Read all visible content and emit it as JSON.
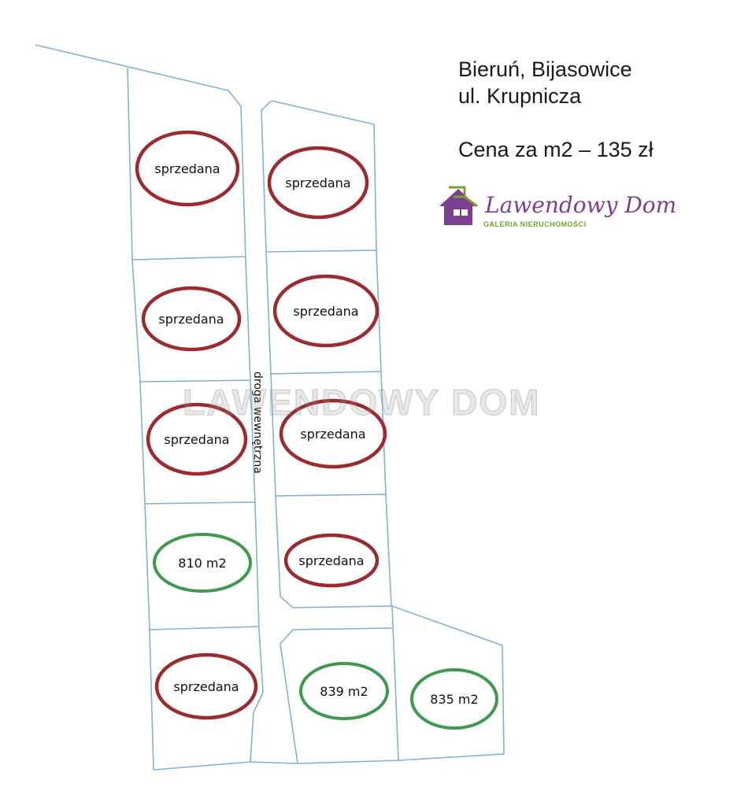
{
  "header": {
    "location_line1": "Bieruń, Bijasowice",
    "location_line2": "ul. Krupnicza",
    "price": "Cena za m2 – 135 zł"
  },
  "logo": {
    "script_text": "Lawendowy Dom",
    "subtitle": "GALERIA NIERUCHOMOŚCI",
    "icon": "house-icon"
  },
  "watermark": "LAWENDOWY DOM",
  "road_label": "droga wewnętrzna",
  "colors": {
    "boundary_line": "#7fb2d6",
    "sold_oval": "#9b2b2f",
    "available_oval": "#3f9a4e",
    "logo_purple": "#7d3f90",
    "logo_green": "#7a9f2a"
  },
  "plots": [
    {
      "label": "sprzedana",
      "status": "sold"
    },
    {
      "label": "sprzedana",
      "status": "sold"
    },
    {
      "label": "sprzedana",
      "status": "sold"
    },
    {
      "label": "sprzedana",
      "status": "sold"
    },
    {
      "label": "sprzedana",
      "status": "sold"
    },
    {
      "label": "sprzedana",
      "status": "sold"
    },
    {
      "label": "810 m2",
      "status": "available"
    },
    {
      "label": "sprzedana",
      "status": "sold"
    },
    {
      "label": "sprzedana",
      "status": "sold"
    },
    {
      "label": "839 m2",
      "status": "available"
    },
    {
      "label": "835 m2",
      "status": "available"
    }
  ]
}
